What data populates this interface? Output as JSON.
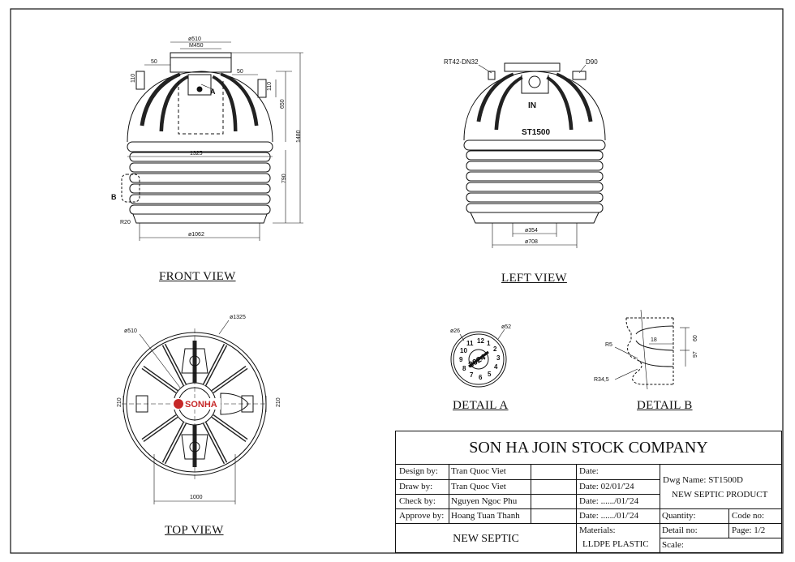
{
  "views": {
    "front_view": "FRONT VIEW",
    "left_view": "LEFT VIEW",
    "top_view": "TOP VIEW",
    "detail_a": "DETAIL A",
    "detail_b": "DETAIL B"
  },
  "front_dims": {
    "d510": "ø510",
    "m450": "M450",
    "d50a": "50",
    "d50b": "50",
    "d110a": "110",
    "d110b": "110",
    "d650": "650",
    "d1480": "1480",
    "d1325": "1325",
    "d790": "790",
    "r20": "R20",
    "d1062": "ø1062",
    "mark_a": "A",
    "mark_b": "B"
  },
  "left_dims": {
    "rt42": "RT42-DN32",
    "d90": "D90",
    "in_label": "IN",
    "model": "ST1500",
    "d354": "ø354",
    "d708": "ø708"
  },
  "top_dims": {
    "d1325": "ø1325",
    "d510": "ø510",
    "d210a": "210",
    "d210b": "210",
    "d1000": "1000",
    "brand": "SONHA"
  },
  "detail_a": {
    "d26": "ø26",
    "d52": "ø52",
    "year": "2024",
    "nums": [
      "12",
      "1",
      "2",
      "3",
      "4",
      "5",
      "6",
      "7",
      "8",
      "9",
      "10",
      "11"
    ]
  },
  "detail_b": {
    "r5": "R5",
    "r345": "R34,5",
    "d18": "18",
    "d60": "60",
    "d97": "97"
  },
  "title_block": {
    "company": "SON HA JOIN STOCK COMPANY",
    "design_by_label": "Design by:",
    "design_by": "Tran Quoc Viet",
    "draw_by_label": "Draw by:",
    "draw_by": "Tran Quoc Viet",
    "check_by_label": "Check by:",
    "check_by": "Nguyen Ngoc Phu",
    "approve_by_label": "Approve by:",
    "approve_by": "Hoang Tuan Thanh",
    "date1": "Date:",
    "date2": "Date:   02/01/'24",
    "date3": "Date: ....../01/'24",
    "date4": "Date: ....../01/'24",
    "dwg_name": "Dwg Name: ST1500D",
    "product": "NEW SEPTIC PRODUCT",
    "quantity": "Quantity:",
    "code_no": "Code no:",
    "materials_label": "Materials:",
    "materials": "LLDPE PLASTIC",
    "detail_no": "Detail no:",
    "page": "Page: 1/2",
    "scale": "Scale:",
    "project": "NEW SEPTIC"
  }
}
